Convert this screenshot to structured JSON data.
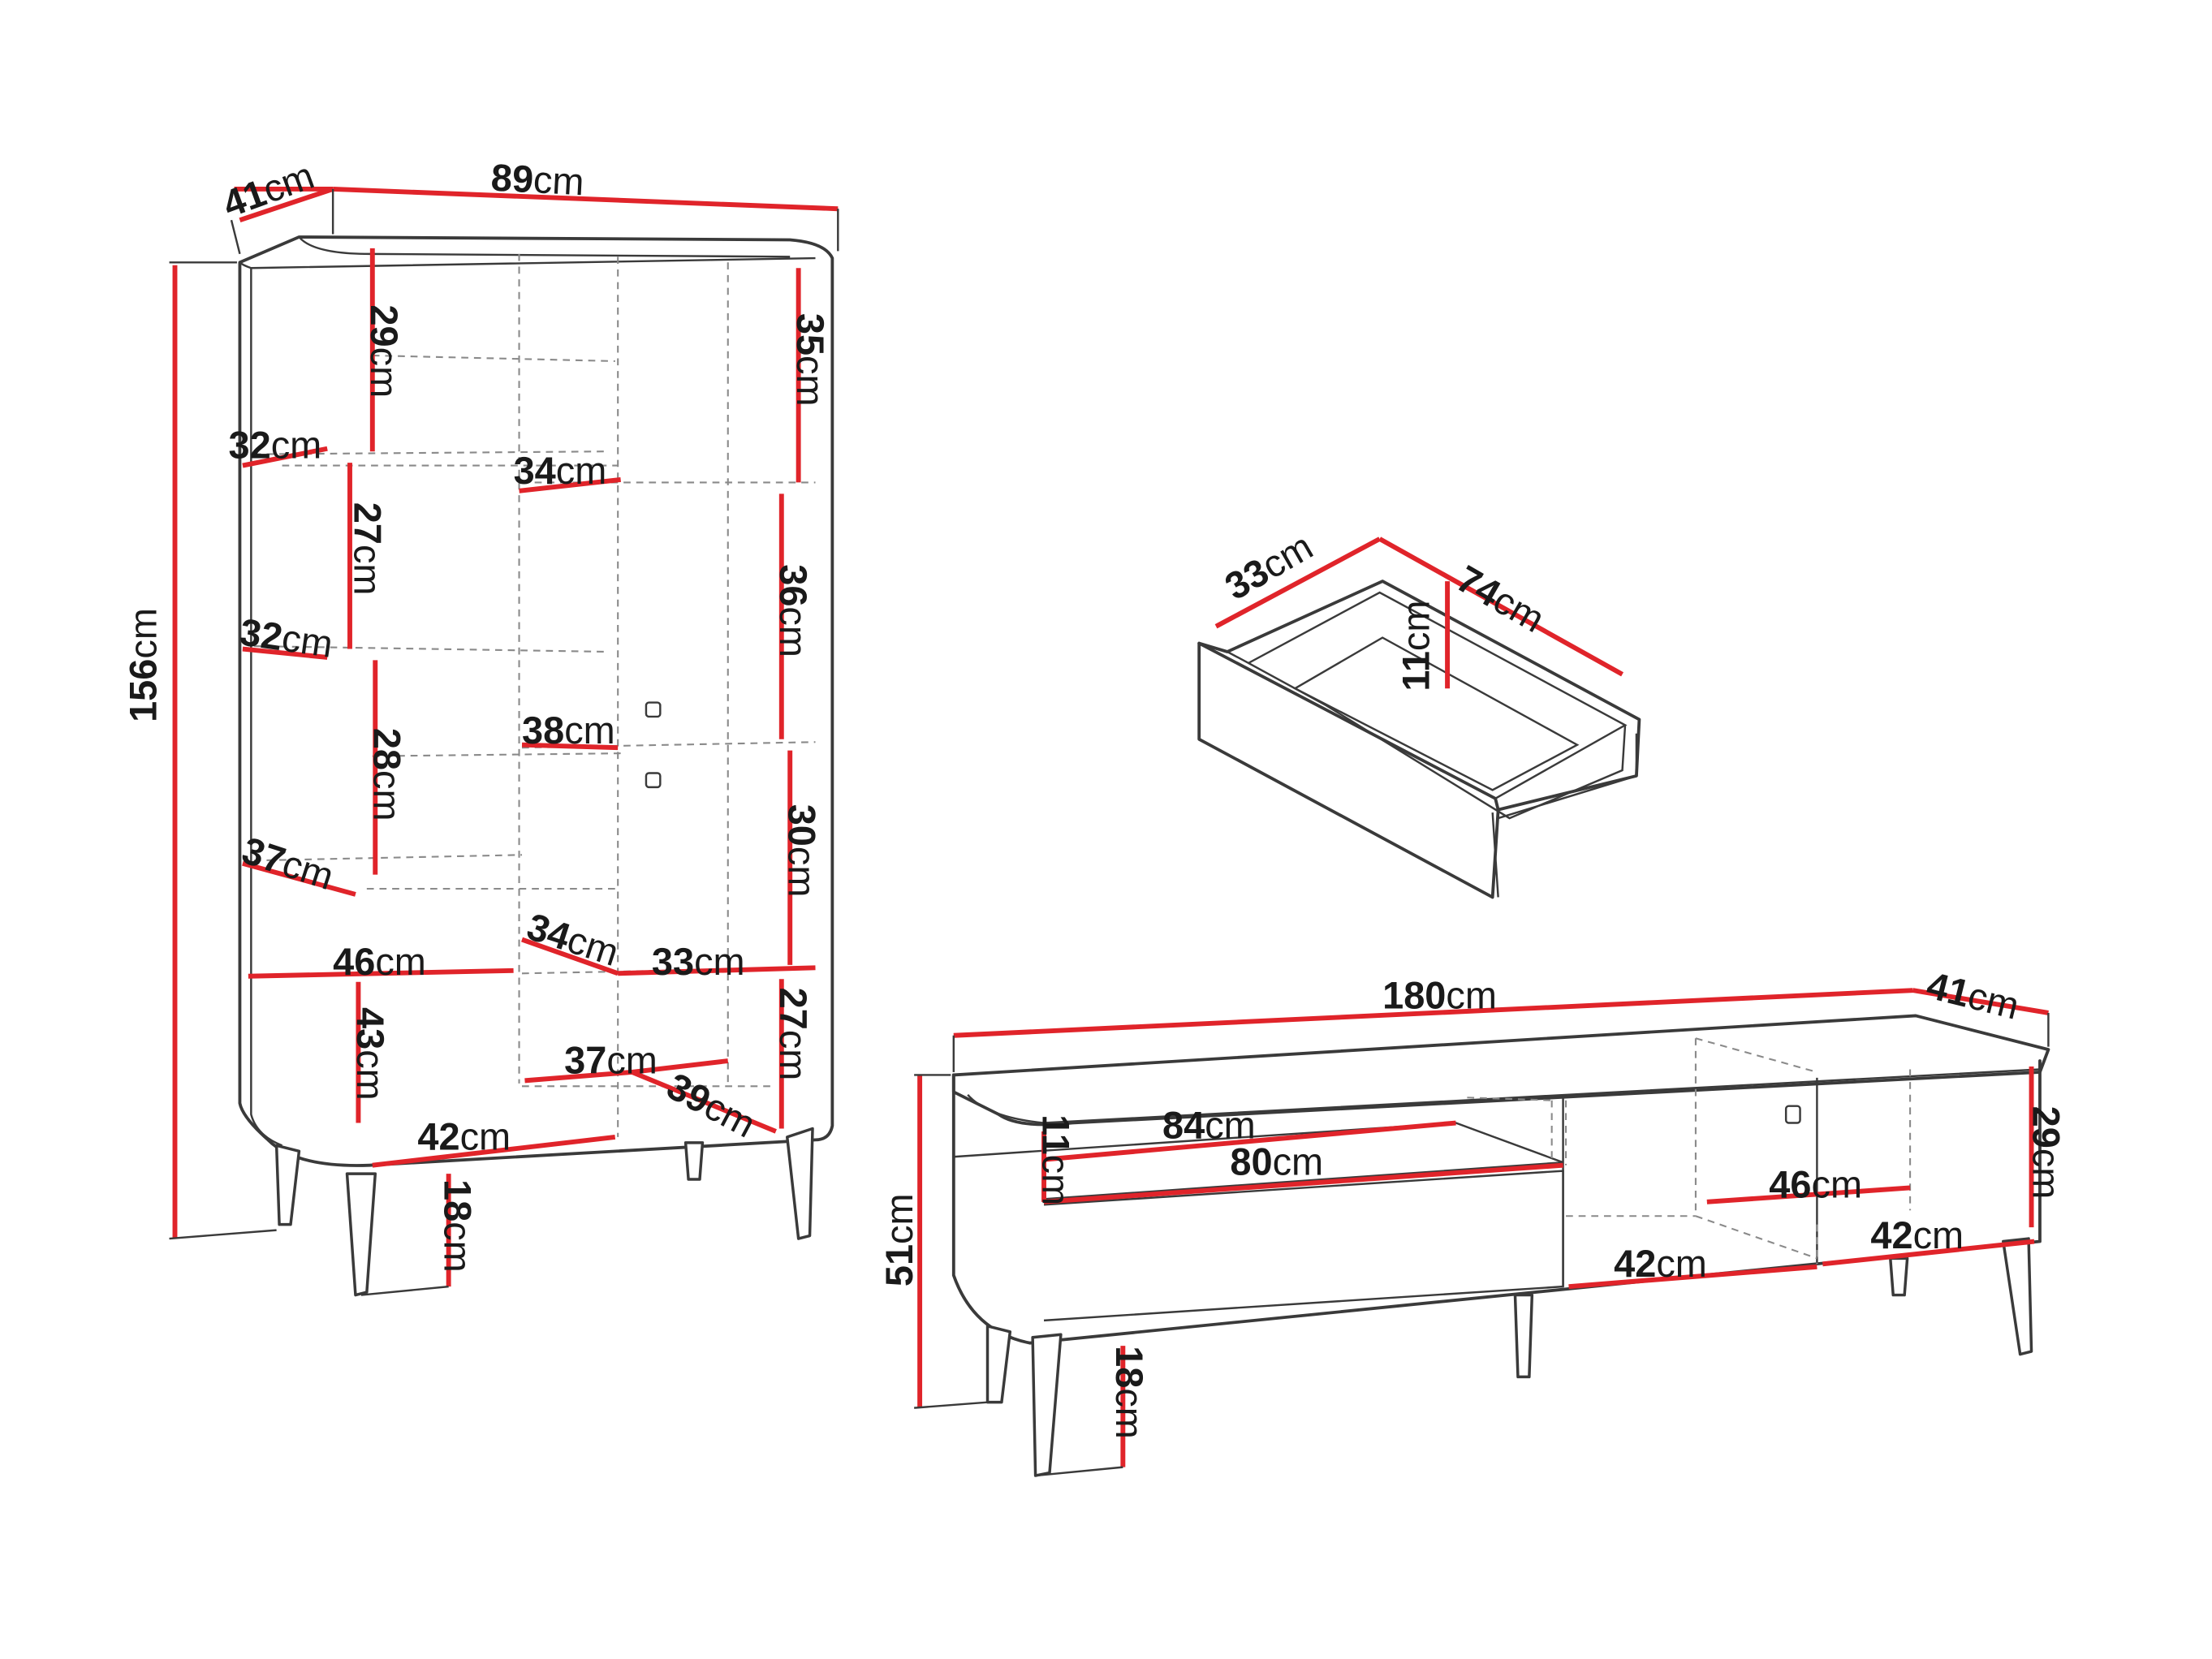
{
  "colors": {
    "outline": "#3a3a3a",
    "dimension": "#e0242a",
    "hidden": "#8a8a8a",
    "text": "#1a1a1a"
  },
  "labels": {
    "cab_height": {
      "num": "156",
      "unit": "cm"
    },
    "cab_depth": {
      "num": "41",
      "unit": "cm"
    },
    "cab_width": {
      "num": "89",
      "unit": "cm"
    },
    "cab_h29": {
      "num": "29",
      "unit": "cm"
    },
    "cab_h35": {
      "num": "35",
      "unit": "cm"
    },
    "cab_d32a": {
      "num": "32",
      "unit": "cm"
    },
    "cab_w34a": {
      "num": "34",
      "unit": "cm"
    },
    "cab_h27a": {
      "num": "27",
      "unit": "cm"
    },
    "cab_h36": {
      "num": "36",
      "unit": "cm"
    },
    "cab_d32b": {
      "num": "32",
      "unit": "cm"
    },
    "cab_w38": {
      "num": "38",
      "unit": "cm"
    },
    "cab_h28": {
      "num": "28",
      "unit": "cm"
    },
    "cab_h30": {
      "num": "30",
      "unit": "cm"
    },
    "cab_d37": {
      "num": "37",
      "unit": "cm"
    },
    "cab_w46": {
      "num": "46",
      "unit": "cm"
    },
    "cab_d34b": {
      "num": "34",
      "unit": "cm"
    },
    "cab_w33": {
      "num": "33",
      "unit": "cm"
    },
    "cab_h43": {
      "num": "43",
      "unit": "cm"
    },
    "cab_w37": {
      "num": "37",
      "unit": "cm"
    },
    "cab_h27b": {
      "num": "27",
      "unit": "cm"
    },
    "cab_d39": {
      "num": "39",
      "unit": "cm"
    },
    "cab_w42": {
      "num": "42",
      "unit": "cm"
    },
    "cab_leg18": {
      "num": "18",
      "unit": "cm"
    },
    "drw_depth": {
      "num": "33",
      "unit": "cm"
    },
    "drw_width": {
      "num": "74",
      "unit": "cm"
    },
    "drw_height": {
      "num": "11",
      "unit": "cm"
    },
    "tv_width": {
      "num": "180",
      "unit": "cm"
    },
    "tv_depth": {
      "num": "41",
      "unit": "cm"
    },
    "tv_height": {
      "num": "51",
      "unit": "cm"
    },
    "tv_h29": {
      "num": "29",
      "unit": "cm"
    },
    "tv_w84": {
      "num": "84",
      "unit": "cm"
    },
    "tv_w80": {
      "num": "80",
      "unit": "cm"
    },
    "tv_h11": {
      "num": "11",
      "unit": "cm"
    },
    "tv_w46": {
      "num": "46",
      "unit": "cm"
    },
    "tv_w42a": {
      "num": "42",
      "unit": "cm"
    },
    "tv_w42b": {
      "num": "42",
      "unit": "cm"
    },
    "tv_leg18": {
      "num": "18",
      "unit": "cm"
    }
  }
}
